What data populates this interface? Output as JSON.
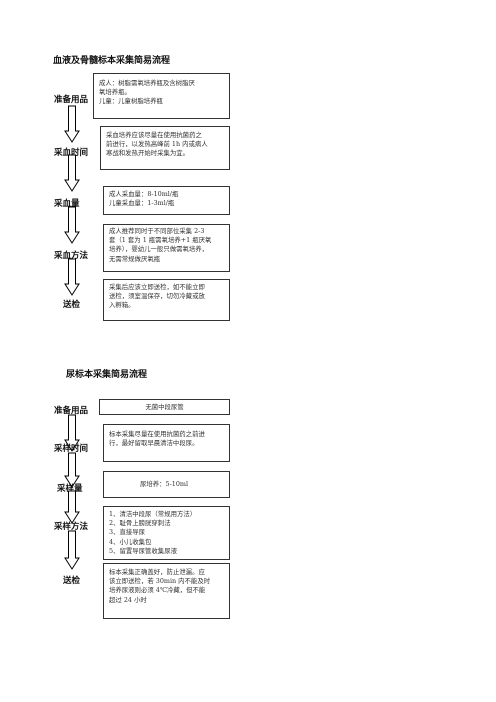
{
  "blood": {
    "title": "血液及骨髓标本采集简易流程",
    "steps": [
      {
        "label": "准备用品",
        "lines": [
          "成人：树脂需氧培养瓶及含树脂厌",
          "氧培养瓶。",
          "儿童：儿童树脂培养瓶"
        ]
      },
      {
        "label": "采血时间",
        "lines": [
          "采血培养应该尽量在使用抗菌药之",
          "前进行，以发热高峰前 1h 内或病人",
          "寒战和发热开始时采集为宜。"
        ]
      },
      {
        "label": "采血量",
        "lines": [
          "成人采血量：8-10ml/瓶",
          "儿童采血量：1-3ml/瓶"
        ]
      },
      {
        "label": "采血方法",
        "lines": [
          "成人推荐同时于不同部位采集 2-3",
          "套（1 套为 1 瓶需氧培养+1 瓶厌氧",
          "培养），婴幼儿一般只做需氧培养，",
          "无需常规做厌氧瓶"
        ]
      },
      {
        "label": "送检",
        "lines": [
          "采集后应该立即送检，如不能立即",
          "送检，须室温保存，切勿冷藏或放",
          "入孵箱。"
        ]
      }
    ]
  },
  "urine": {
    "title": "尿标本采集简易流程",
    "steps": [
      {
        "label": "准备用品",
        "lines": [
          "无菌中段尿管"
        ]
      },
      {
        "label": "采样时间",
        "lines": [
          "标本采集尽量在使用抗菌药之前进",
          "行，最好留取早晨清洁中段尿。"
        ]
      },
      {
        "label": "采样量",
        "lines": [
          "尿培养：5-10ml"
        ]
      },
      {
        "label": "采样方法",
        "lines": [
          "1、清洁中段尿（常规用方法）",
          "2、耻骨上膀胱穿刺法",
          "3、直接导尿",
          "4、小儿收集包",
          "5、留置导尿管收集尿液"
        ]
      },
      {
        "label": "送检",
        "lines": [
          "标本采集正确盖好，防止泄漏。应",
          "该立即送检，若 30min 内不能及时",
          "培养尿液则必须 4℃冷藏，但不能",
          "超过 24 小时"
        ]
      }
    ]
  }
}
